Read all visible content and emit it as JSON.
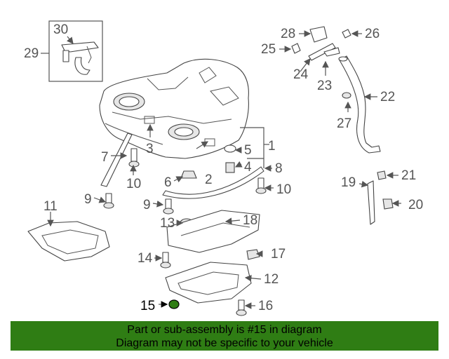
{
  "labels": {
    "p1": "1",
    "p2": "2",
    "p3": "3",
    "p4": "4",
    "p5": "5",
    "p6": "6",
    "p7": "7",
    "p8": "8",
    "p9a": "9",
    "p9b": "9",
    "p10a": "10",
    "p10b": "10",
    "p11": "11",
    "p12": "12",
    "p13": "13",
    "p14": "14",
    "p15": "15",
    "p16": "16",
    "p17": "17",
    "p18": "18",
    "p19": "19",
    "p20": "20",
    "p21": "21",
    "p22": "22",
    "p23": "23",
    "p24": "24",
    "p25": "25",
    "p26": "26",
    "p27": "27",
    "p28": "28",
    "p29": "29",
    "p30": "30"
  },
  "highlighted_part": "15",
  "highlight_color": "#2f7d14",
  "banner": {
    "line1": "Part or sub-assembly is #15 in diagram",
    "line2": "Diagram may not be specific to your vehicle"
  }
}
